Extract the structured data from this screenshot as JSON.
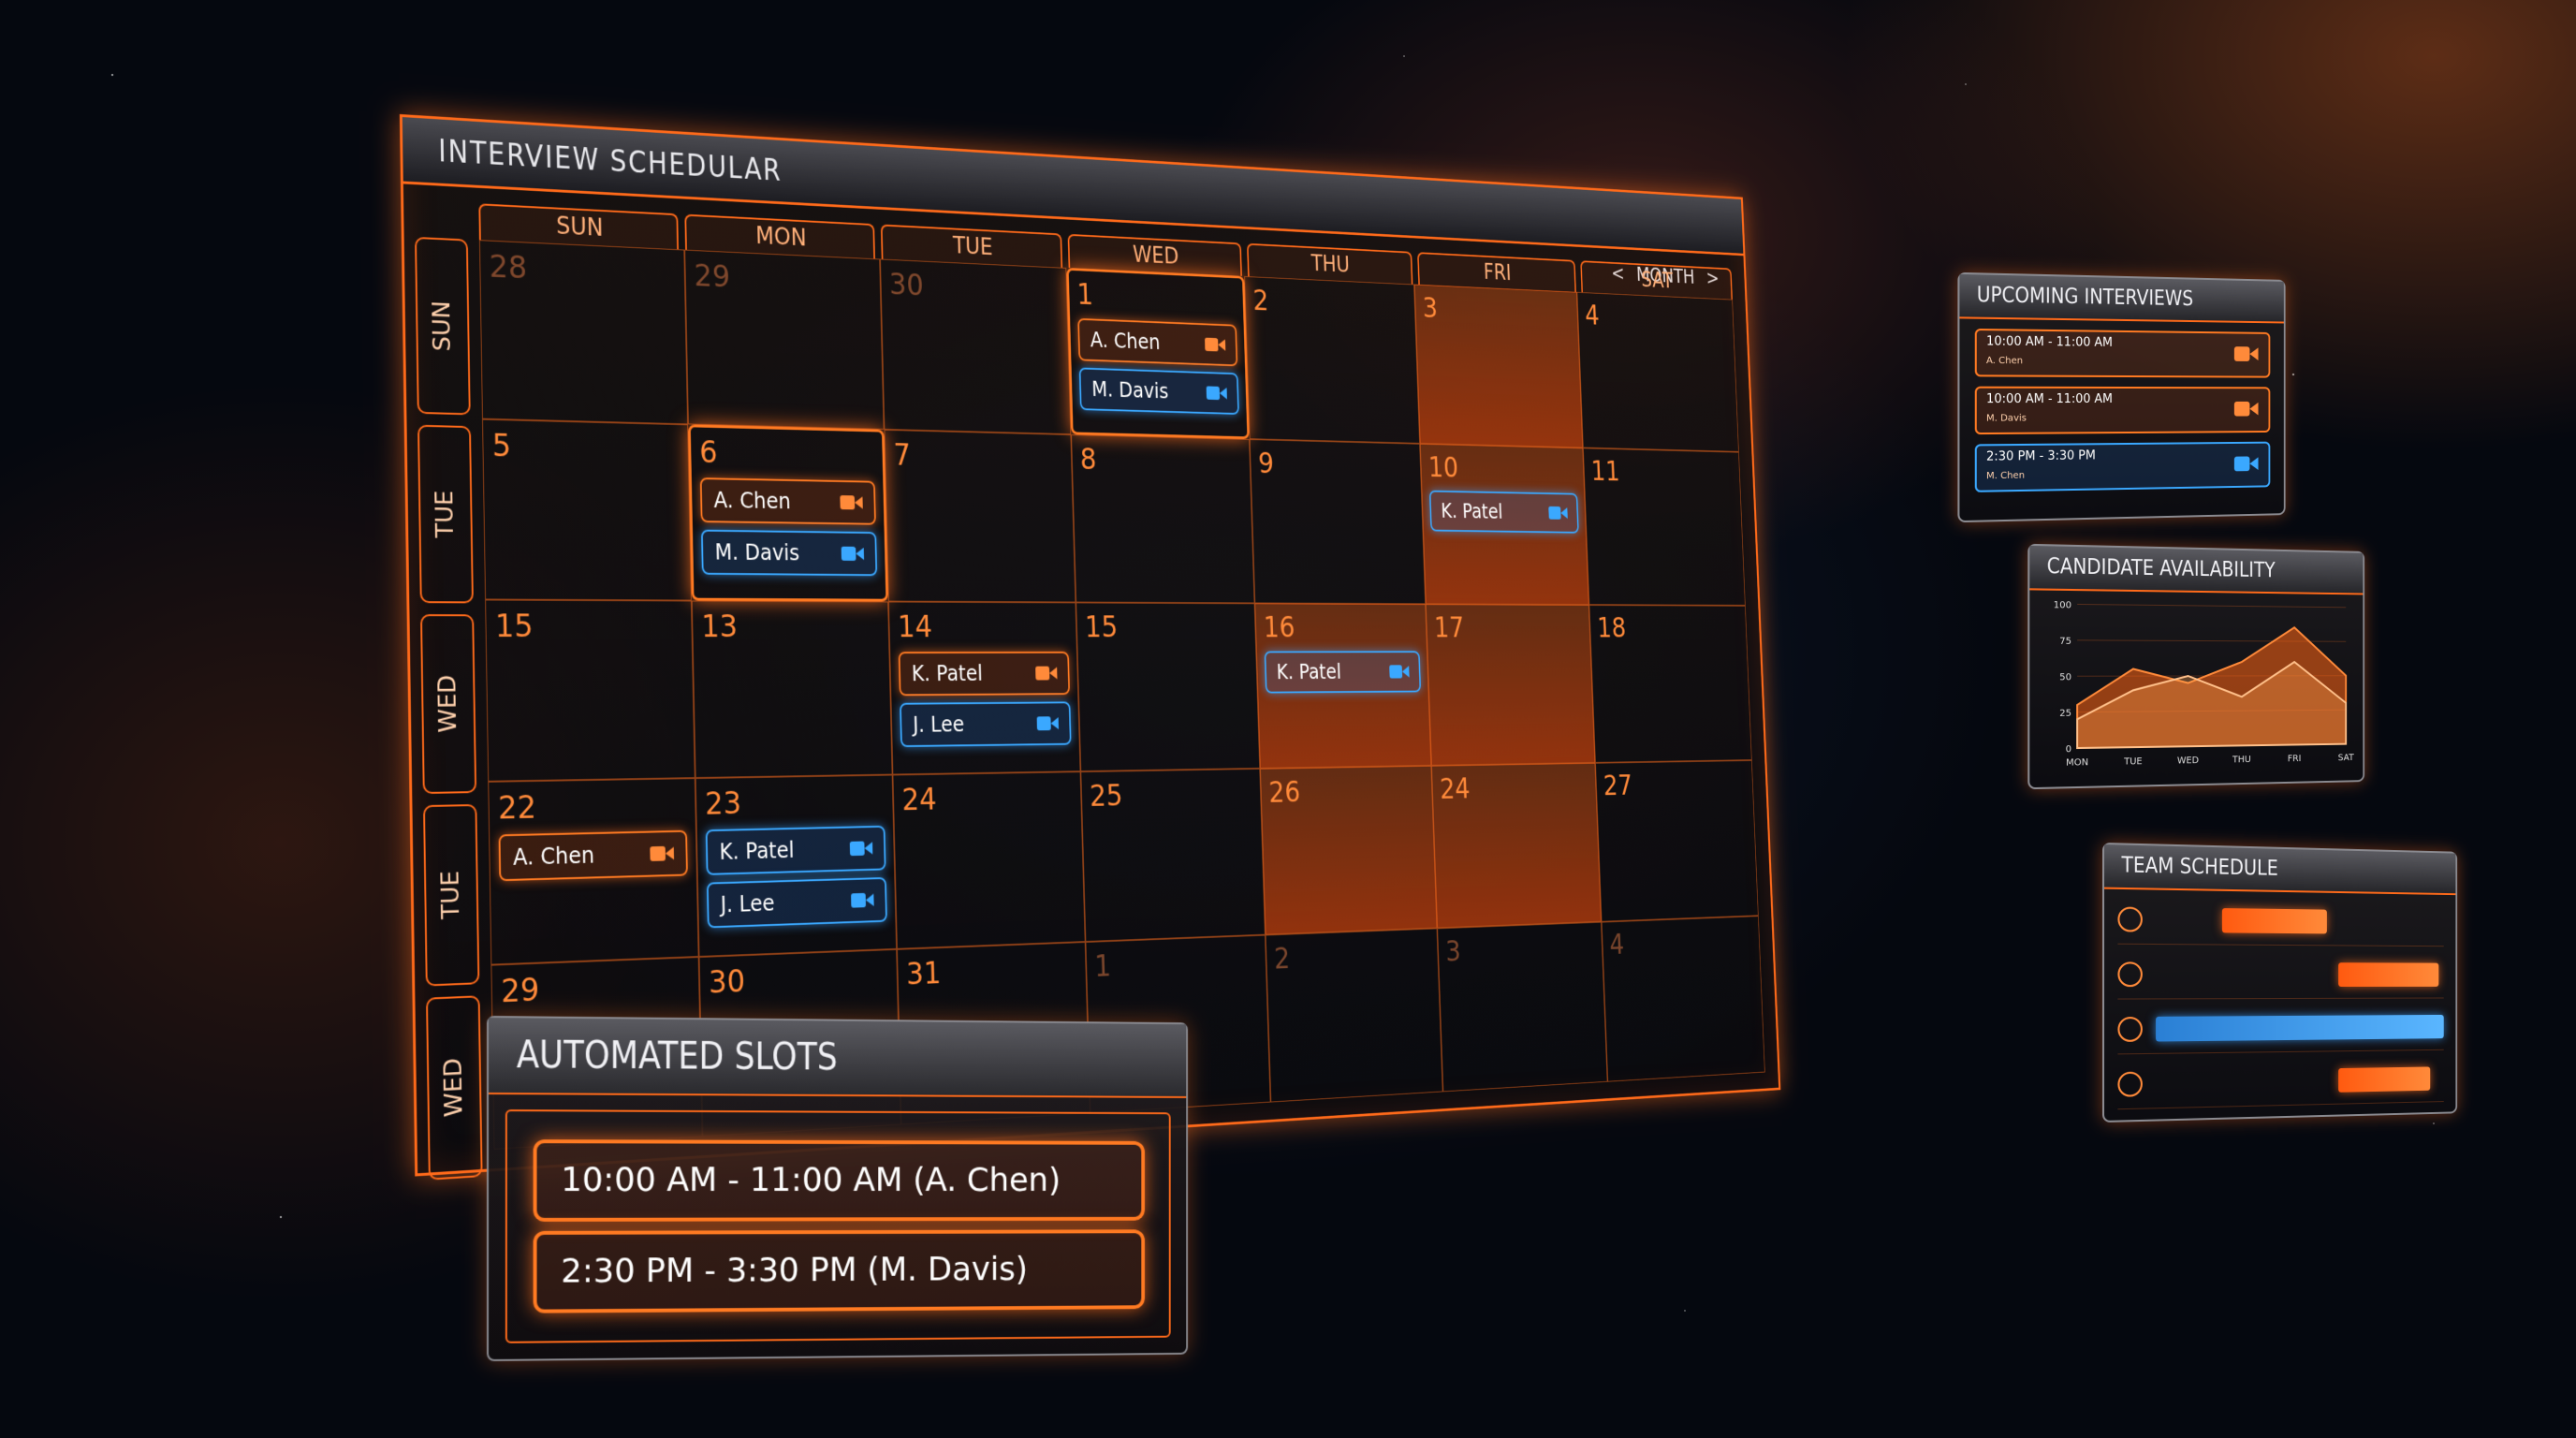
{
  "app": {
    "title": "INTERVIEW SCHEDULAR"
  },
  "nav": {
    "prev": "<",
    "label": "MONTH",
    "next": ">"
  },
  "colors": {
    "accent": "#ff6a1a",
    "blue": "#3aa8ff",
    "background": "#05080f"
  },
  "week_labels": [
    "SUN",
    "TUE",
    "WED",
    "TUE",
    "WED"
  ],
  "days": [
    "SUN",
    "MON",
    "TUE",
    "WED",
    "THU",
    "FRI",
    "SAT"
  ],
  "weeks": [
    [
      {
        "num": "28",
        "muted": true,
        "events": []
      },
      {
        "num": "29",
        "muted": true,
        "events": []
      },
      {
        "num": "30",
        "muted": true,
        "events": []
      },
      {
        "num": "1",
        "focus": true,
        "events": [
          {
            "name": "A. Chen",
            "color": "orange"
          },
          {
            "name": "M. Davis",
            "color": "blue"
          }
        ]
      },
      {
        "num": "2",
        "events": []
      },
      {
        "num": "3",
        "hot": true,
        "events": []
      },
      {
        "num": "4",
        "events": []
      }
    ],
    [
      {
        "num": "5",
        "events": []
      },
      {
        "num": "6",
        "focus": true,
        "events": [
          {
            "name": "A. Chen",
            "color": "orange"
          },
          {
            "name": "M. Davis",
            "color": "blue"
          }
        ]
      },
      {
        "num": "7",
        "events": []
      },
      {
        "num": "8",
        "events": []
      },
      {
        "num": "9",
        "events": []
      },
      {
        "num": "10",
        "hot": true,
        "events": [
          {
            "name": "K. Patel",
            "color": "blue"
          }
        ]
      },
      {
        "num": "11",
        "events": []
      }
    ],
    [
      {
        "num": "15",
        "events": []
      },
      {
        "num": "13",
        "events": []
      },
      {
        "num": "14",
        "events": [
          {
            "name": "K. Patel",
            "color": "orange"
          },
          {
            "name": "J. Lee",
            "color": "blue"
          }
        ]
      },
      {
        "num": "15",
        "events": []
      },
      {
        "num": "16",
        "hot": true,
        "events": [
          {
            "name": "K. Patel",
            "color": "blue"
          }
        ]
      },
      {
        "num": "17",
        "hot": true,
        "events": []
      },
      {
        "num": "18",
        "events": []
      }
    ],
    [
      {
        "num": "22",
        "events": [
          {
            "name": "A. Chen",
            "color": "orange"
          }
        ]
      },
      {
        "num": "23",
        "events": [
          {
            "name": "K. Patel",
            "color": "blue"
          },
          {
            "name": "J. Lee",
            "color": "blue"
          }
        ]
      },
      {
        "num": "24",
        "events": []
      },
      {
        "num": "25",
        "events": []
      },
      {
        "num": "26",
        "hot": true,
        "events": []
      },
      {
        "num": "24",
        "hot": true,
        "events": []
      },
      {
        "num": "27",
        "events": []
      }
    ],
    [
      {
        "num": "29",
        "events": []
      },
      {
        "num": "30",
        "events": []
      },
      {
        "num": "31",
        "events": []
      },
      {
        "num": "1",
        "muted": true,
        "events": []
      },
      {
        "num": "2",
        "muted": true,
        "events": []
      },
      {
        "num": "3",
        "muted": true,
        "events": []
      },
      {
        "num": "4",
        "muted": true,
        "events": []
      }
    ]
  ],
  "automated_slots": {
    "title": "AUTOMATED SLOTS",
    "slots": [
      "10:00 AM - 11:00 AM (A. Chen)",
      "2:30 PM - 3:30 PM (M. Davis)"
    ]
  },
  "upcoming": {
    "title": "UPCOMING INTERVIEWS",
    "items": [
      {
        "time": "10:00 AM - 11:00 AM",
        "name": "A. Chen",
        "color": "orange"
      },
      {
        "time": "10:00 AM - 11:00 AM",
        "name": "M. Davis",
        "color": "orange"
      },
      {
        "time": "2:30 PM - 3:30 PM",
        "name": "M. Chen",
        "color": "blue"
      }
    ]
  },
  "availability": {
    "title": "CANDIDATE AVAILABILITY",
    "chart_data": {
      "type": "area",
      "categories": [
        "MON",
        "TUE",
        "WED",
        "THU",
        "FRI",
        "SAT"
      ],
      "series": [
        {
          "values": [
            30,
            55,
            45,
            60,
            85,
            50
          ]
        },
        {
          "values": [
            20,
            40,
            50,
            35,
            60,
            30
          ]
        }
      ],
      "yticks": [
        "100",
        "75",
        "50",
        "25",
        "0"
      ],
      "ylim": [
        0,
        100
      ]
    }
  },
  "team": {
    "title": "TEAM SCHEDULE",
    "rows": [
      {
        "start": 0.22,
        "end": 0.58,
        "color": "orange"
      },
      {
        "start": 0.62,
        "end": 0.98,
        "color": "orange"
      },
      {
        "start": 0.0,
        "end": 1.0,
        "color": "blue"
      },
      {
        "start": 0.62,
        "end": 0.95,
        "color": "orange"
      }
    ]
  }
}
